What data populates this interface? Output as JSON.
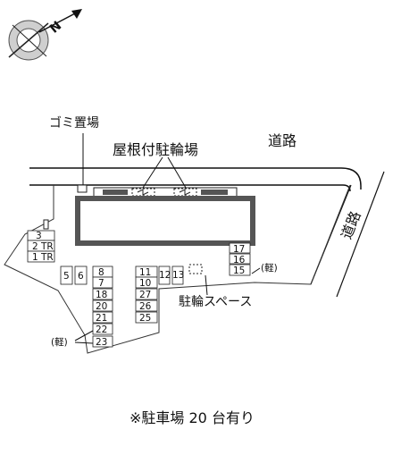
{
  "compass": {
    "label": "N"
  },
  "labels": {
    "garbage": "ゴミ置場",
    "roofed_bike": "屋根付駐輪場",
    "road_top": "道路",
    "road_side": "道路",
    "bike_space": "駐輪スペース",
    "kei_right": "(軽)",
    "kei_left": "(軽)",
    "footer": "※駐車場 20 台有り"
  },
  "spaces": {
    "s1": "1 TR",
    "s2": "2 TR",
    "s3": "3",
    "s5": "5",
    "s6": "6",
    "s7": "7",
    "s8": "8",
    "s10": "10",
    "s11": "11",
    "s12": "12",
    "s13": "13",
    "s15": "15",
    "s16": "16",
    "s17": "17",
    "s18": "18",
    "s20": "20",
    "s21": "21",
    "s22": "22",
    "s23": "23",
    "s25": "25",
    "s26": "26",
    "s27": "27"
  }
}
